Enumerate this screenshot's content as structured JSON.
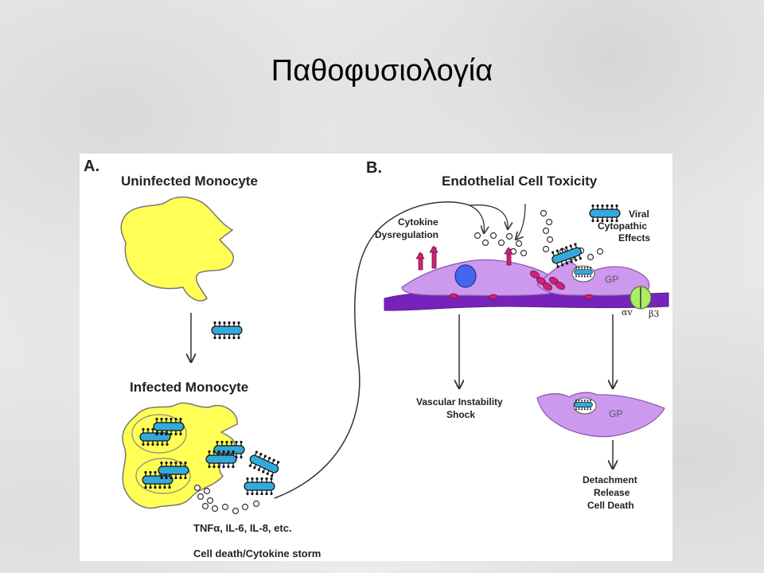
{
  "slide": {
    "title": "Παθοφυσιολογία"
  },
  "panel_a": {
    "letter": "A.",
    "heading_top": "Uninfected Monocyte",
    "heading_mid": "Infected Monocyte",
    "cytokines_label": "TNFα, IL-6, IL-8, etc.",
    "footer_label": "Cell death/Cytokine storm"
  },
  "panel_b": {
    "letter": "B.",
    "heading": "Endothelial Cell Toxicity",
    "cytokine_label_1": "Cytokine",
    "cytokine_label_2": "Dysregulation",
    "viral_label_1": "Viral",
    "viral_label_2": "Cytopathic",
    "viral_label_3": "Effects",
    "gp_label": "GP",
    "gp_label_2": "GP",
    "alpha_v": "αv",
    "beta_3": "β3",
    "vascular_1": "Vascular Instability",
    "vascular_2": "Shock",
    "detach_1": "Detachment",
    "detach_2": "Release",
    "detach_3": "Cell Death"
  },
  "colors": {
    "monocyte_yellow": "#ffff55",
    "endothelial_lilac": "#cc99ee",
    "basement_purple": "#7722bb",
    "virion_blue": "#33aadd",
    "nucleus_blue": "#4466ee",
    "magenta": "#cc2277",
    "integrin_green": "#aaee66"
  }
}
